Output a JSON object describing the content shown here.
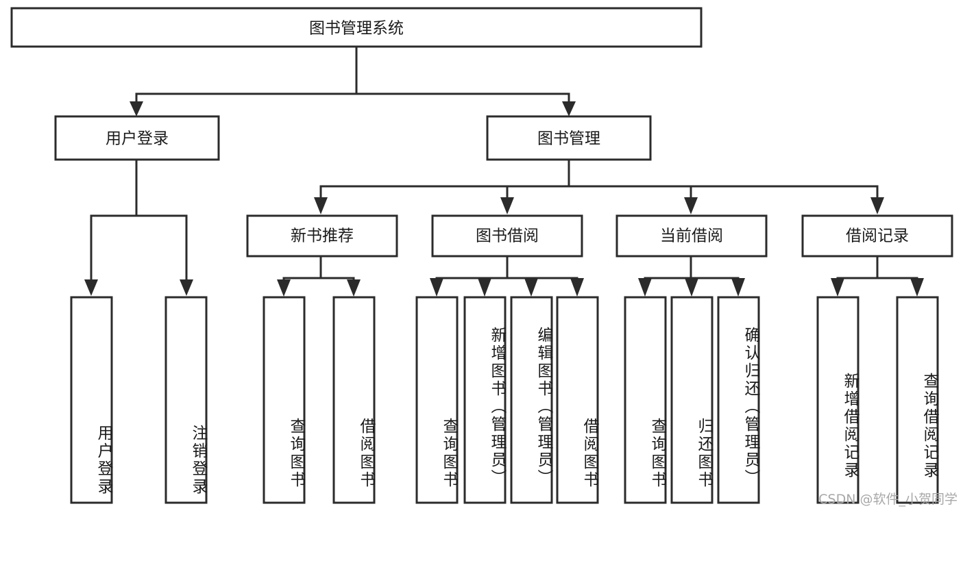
{
  "diagram": {
    "title": "图书管理系统",
    "type": "hierarchy-tree",
    "root": {
      "label": "图书管理系统"
    },
    "level2": [
      {
        "label": "用户登录"
      },
      {
        "label": "图书管理"
      }
    ],
    "level3": [
      {
        "label": "新书推荐"
      },
      {
        "label": "图书借阅"
      },
      {
        "label": "当前借阅"
      },
      {
        "label": "借阅记录"
      }
    ],
    "leaves": {
      "user_login": [
        {
          "label": "用户登录"
        },
        {
          "label": "注销登录"
        }
      ],
      "new_book_recommend": [
        {
          "label": "查询图书"
        },
        {
          "label": "借阅图书"
        }
      ],
      "book_borrow": [
        {
          "label": "查询图书"
        },
        {
          "label": "新增图书（管理员）"
        },
        {
          "label": "编辑图书（管理员）"
        },
        {
          "label": "借阅图书"
        }
      ],
      "current_borrow": [
        {
          "label": "查询图书"
        },
        {
          "label": "归还图书"
        },
        {
          "label": "确认归还（管理员）"
        }
      ],
      "borrow_record": [
        {
          "label": "新增借阅记录"
        },
        {
          "label": "查询借阅记录"
        }
      ]
    }
  },
  "watermark": {
    "text": "CSDN @软件_小贺同学"
  },
  "colors": {
    "stroke": "#2b2b2b",
    "fill": "#ffffff",
    "text": "#1a1a1a",
    "watermark": "#a8a8a8"
  }
}
